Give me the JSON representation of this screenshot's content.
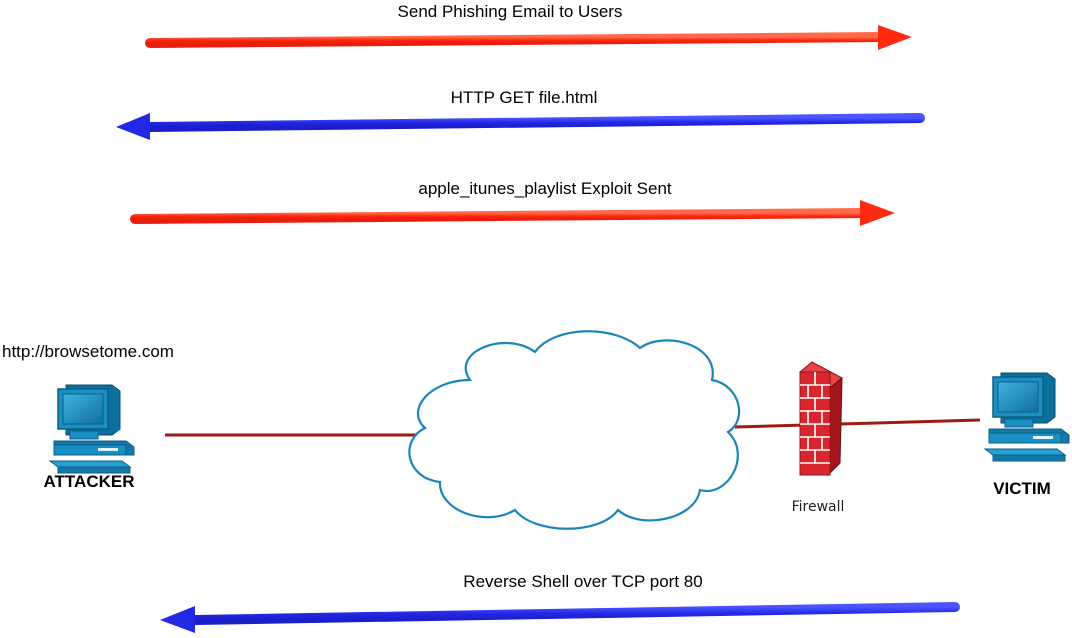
{
  "flows": [
    {
      "label": "Send Phishing Email to Users",
      "direction": "right",
      "color": "#ff3b1f"
    },
    {
      "label": "HTTP GET file.html",
      "direction": "left",
      "color": "#2a2ee0"
    },
    {
      "label": "apple_itunes_playlist Exploit Sent",
      "direction": "right",
      "color": "#ff3b1f"
    },
    {
      "label": "Reverse Shell over TCP port 80",
      "direction": "left",
      "color": "#2a2ee0"
    }
  ],
  "attacker": {
    "label": "ATTACKER",
    "url": "http://browsetome.com",
    "icon": "workstation-icon"
  },
  "victim": {
    "label": "VICTIM",
    "icon": "workstation-icon"
  },
  "network": {
    "icon": "cloud-icon"
  },
  "firewall": {
    "label": "Firewall",
    "icon": "firewall-icon"
  },
  "colors": {
    "link": "#9b1c12",
    "computer": "#1a86b8",
    "firewall": "#d8262e",
    "cloud": "#1a86b8"
  }
}
